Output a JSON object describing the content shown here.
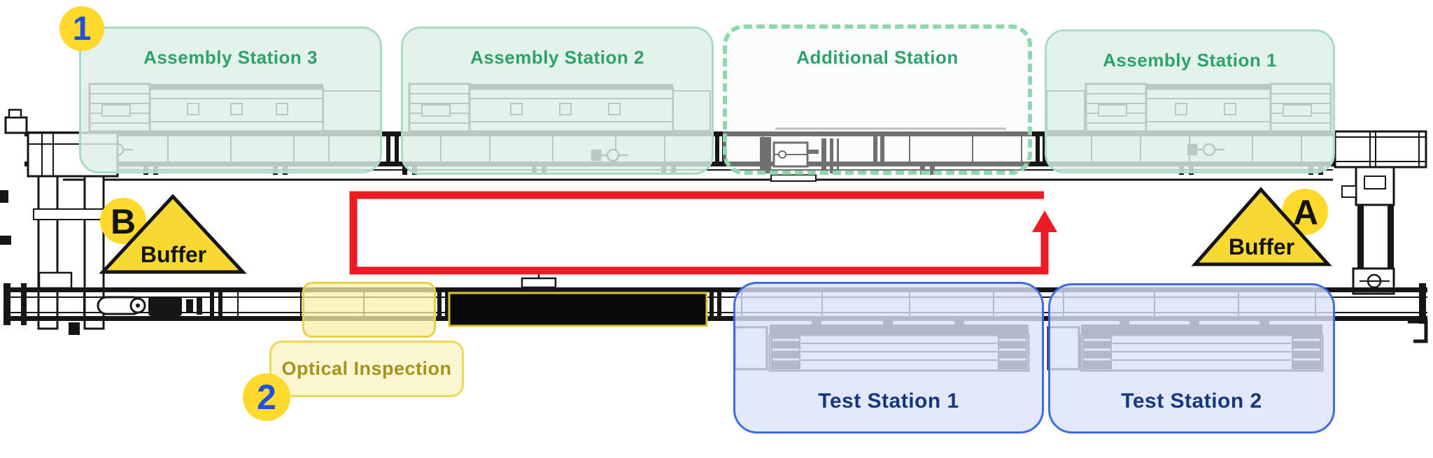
{
  "stations": {
    "assembly": [
      {
        "label": "Assembly Station 3"
      },
      {
        "label": "Assembly Station 2"
      },
      {
        "label": "Additional Station"
      },
      {
        "label": "Assembly Station 1"
      }
    ],
    "test": [
      {
        "label": "Test Station 1"
      },
      {
        "label": "Test Station 2"
      }
    ],
    "optical_inspection": {
      "label": "Optical Inspection"
    }
  },
  "buffers": {
    "b": {
      "letter": "B",
      "label": "Buffer"
    },
    "a": {
      "letter": "A",
      "label": "Buffer"
    }
  },
  "markers": {
    "one": "1",
    "two": "2"
  },
  "colors": {
    "station_green_text": "#2da26b",
    "station_green_border": "#abdcc3",
    "station_green_dashed_border": "#8fd8ad",
    "test_blue_border": "#3f6ce0",
    "test_blue_text": "#16377e",
    "optical_yellow_border": "#ecd95c",
    "optical_text": "#a3941f",
    "marker_yellow": "#ffd92b",
    "marker_number_blue": "#2051de",
    "buffer_triangle_yellow": "#f8d832",
    "flow_arrow_red": "#ed1c24"
  }
}
